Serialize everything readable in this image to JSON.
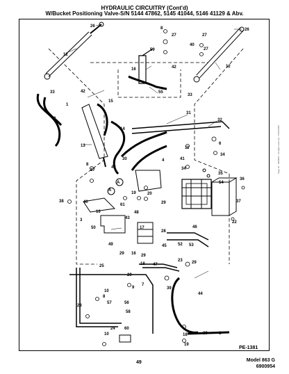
{
  "header": {
    "title": "HYDRAULIC CIRCUITRY (Cont'd)",
    "subtitle": "W/Bucket Positioning Valve-S/N 5144 47862, 5145 41044, 5146 41129 & Abv."
  },
  "callouts": [
    "26",
    "26",
    "8",
    "27",
    "27",
    "59",
    "40",
    "27",
    "42",
    "12",
    "16",
    "55",
    "12",
    "33",
    "33",
    "1",
    "42",
    "2",
    "15",
    "31",
    "32",
    "14",
    "13",
    "11",
    "6",
    "30",
    "34",
    "42",
    "4",
    "41",
    "34",
    "27",
    "8",
    "A",
    "A",
    "19",
    "20",
    "35",
    "36",
    "54",
    "38",
    "40",
    "29",
    "61",
    "37",
    "10",
    "22",
    "3",
    "43",
    "48",
    "50",
    "17",
    "28",
    "46",
    "49",
    "29",
    "16",
    "45",
    "52",
    "53",
    "29",
    "23",
    "29",
    "18",
    "47",
    "25",
    "29",
    "7",
    "9",
    "39",
    "44",
    "10",
    "8",
    "57",
    "56",
    "58",
    "28",
    "24",
    "60",
    "10",
    "18",
    "29",
    "19",
    "1"
  ],
  "footer": {
    "page_number": "49",
    "model": "Model 863 G",
    "part_number": "6900954",
    "figure_ref": "PE-1381"
  },
  "side_note": "Page 46 - 6900954 - All rights reserved - 07/01/2009"
}
